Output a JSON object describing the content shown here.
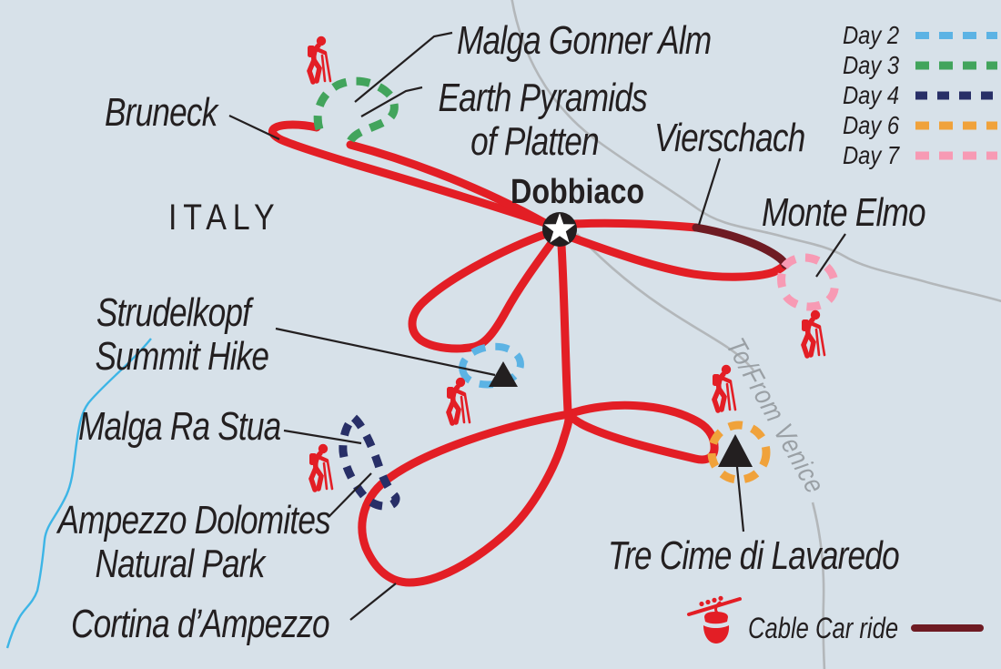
{
  "colors": {
    "background": "#d7e1e9",
    "label_black": "#231f20",
    "route_red": "#e31e25",
    "cable_maroon": "#6e1b23",
    "road_gray": "#b3b7ba",
    "road_label_gray": "#9aa0a5",
    "river_blue": "#3db5e6",
    "white": "#ffffff",
    "day2": "#5cb3e4",
    "day3": "#42a45c",
    "day4": "#282f67",
    "day6": "#f0a23b",
    "day7": "#f79ab4"
  },
  "map": {
    "country": "ITALY",
    "hub": "Dobbiaco",
    "places": {
      "malga_gonner_alm": "Malga Gonner Alm",
      "earth_pyramids_line1": "Earth Pyramids",
      "earth_pyramids_line2": "of Platten",
      "bruneck": "Bruneck",
      "vierschach": "Vierschach",
      "monte_elmo": "Monte Elmo",
      "strudelkopf_line1": "Strudelkopf",
      "strudelkopf_line2": "Summit Hike",
      "malga_ra_stua": "Malga Ra Stua",
      "ampezzo_line1": "Ampezzo Dolomites",
      "ampezzo_line2": "Natural Park",
      "cortina": "Cortina d’Ampezzo",
      "tre_cime": "Tre Cime di Lavaredo",
      "road_label": "To/From Venice"
    }
  },
  "legend": {
    "days": [
      {
        "label": "Day 2"
      },
      {
        "label": "Day 3"
      },
      {
        "label": "Day 4"
      },
      {
        "label": "Day 6"
      },
      {
        "label": "Day 7"
      }
    ],
    "cable_car_label": "Cable Car ride"
  }
}
